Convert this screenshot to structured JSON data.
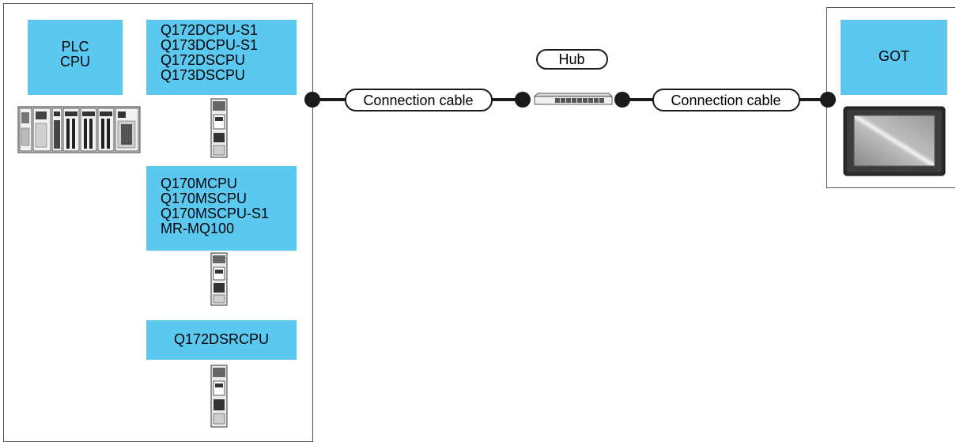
{
  "plc": {
    "line1": "PLC",
    "line2": "CPU"
  },
  "motion_group_1": [
    "Q172DCPU-S1",
    "Q173DCPU-S1",
    "Q172DSCPU",
    "Q173DSCPU"
  ],
  "motion_group_2": [
    "Q170MCPU",
    "Q170MSCPU",
    "Q170MSCPU-S1",
    "MR-MQ100"
  ],
  "motion_group_3": [
    "Q172DSRCPU"
  ],
  "hub": {
    "label": "Hub"
  },
  "cable_left": {
    "label": "Connection cable"
  },
  "cable_right": {
    "label": "Connection cable"
  },
  "got": {
    "label": "GOT"
  },
  "colors": {
    "label_fill": "#5bc8f0",
    "cable": "#1a1a1a",
    "frame": "#555555"
  },
  "icons": [
    "plc-rack-icon",
    "motion-cpu-module-icon",
    "hub-icon",
    "got-panel-icon"
  ]
}
